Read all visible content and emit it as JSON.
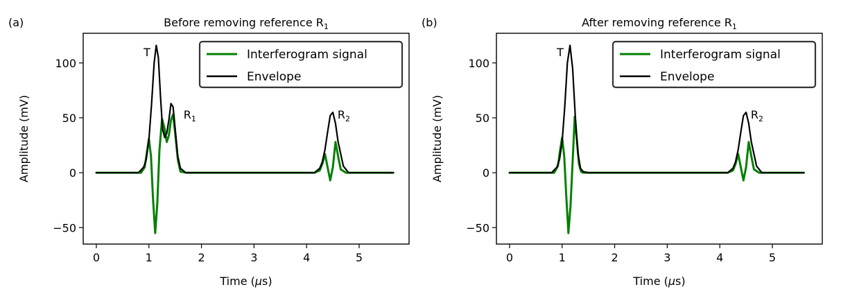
{
  "chart_data": [
    {
      "panel_label": "(a)",
      "type": "line",
      "title": "Before removing reference R",
      "title_sub": "1",
      "xlabel_prefix": "Time (",
      "xlabel_mu": "μ",
      "xlabel_suffix": "s)",
      "ylabel": "Amplitude (mV)",
      "xlim": [
        -0.25,
        5.95
      ],
      "ylim": [
        -65,
        127
      ],
      "xticks": [
        0,
        1,
        2,
        3,
        4,
        5
      ],
      "yticks": [
        -50,
        0,
        50,
        100
      ],
      "ytick_labels": [
        "−50",
        "0",
        "50",
        "100"
      ],
      "grid": false,
      "legend_position": "top-right",
      "series": [
        {
          "name": "Interferogram signal",
          "color": "#008000",
          "x": [
            0,
            0.5,
            0.85,
            0.92,
            0.96,
            1.0,
            1.04,
            1.08,
            1.12,
            1.16,
            1.2,
            1.25,
            1.3,
            1.34,
            1.38,
            1.42,
            1.46,
            1.5,
            1.55,
            1.6,
            1.7,
            2.5,
            3.5,
            4.15,
            4.25,
            4.3,
            4.35,
            4.4,
            4.45,
            4.5,
            4.55,
            4.6,
            4.65,
            4.75,
            5.0,
            5.65
          ],
          "y": [
            0,
            0,
            0,
            5,
            18,
            31,
            15,
            -25,
            -55,
            -28,
            20,
            49,
            40,
            28,
            34,
            48,
            53,
            36,
            12,
            1,
            0,
            0,
            0,
            0,
            2,
            8,
            17,
            5,
            -7,
            5,
            28,
            15,
            3,
            0,
            0,
            0
          ]
        },
        {
          "name": "Envelope",
          "color": "#000000",
          "x": [
            0,
            0.5,
            0.8,
            0.9,
            0.95,
            1.0,
            1.05,
            1.1,
            1.14,
            1.18,
            1.22,
            1.26,
            1.3,
            1.34,
            1.38,
            1.42,
            1.46,
            1.5,
            1.55,
            1.6,
            1.7,
            2.5,
            3.5,
            4.15,
            4.25,
            4.3,
            4.35,
            4.4,
            4.45,
            4.5,
            4.55,
            4.6,
            4.7,
            4.8,
            5.0,
            5.65
          ],
          "y": [
            0,
            0,
            0,
            5,
            12,
            30,
            62,
            100,
            116,
            105,
            70,
            40,
            32,
            36,
            48,
            63,
            60,
            40,
            15,
            4,
            0,
            0,
            0,
            0,
            4,
            10,
            21,
            37,
            52,
            55,
            45,
            28,
            6,
            0,
            0,
            0
          ]
        }
      ],
      "annotations": [
        {
          "label": "T",
          "x": 0.9,
          "y": 110
        },
        {
          "label": "R",
          "sub": "1",
          "x": 1.66,
          "y": 53
        },
        {
          "label": "R",
          "sub": "2",
          "x": 4.59,
          "y": 53
        }
      ]
    },
    {
      "panel_label": "(b)",
      "type": "line",
      "title": "After removing reference R",
      "title_sub": "1",
      "xlabel_prefix": "Time (",
      "xlabel_mu": "μ",
      "xlabel_suffix": "s)",
      "ylabel": "Amplitude (mV)",
      "xlim": [
        -0.25,
        5.95
      ],
      "ylim": [
        -65,
        127
      ],
      "xticks": [
        0,
        1,
        2,
        3,
        4,
        5
      ],
      "yticks": [
        -50,
        0,
        50,
        100
      ],
      "ytick_labels": [
        "−50",
        "0",
        "50",
        "100"
      ],
      "grid": false,
      "legend_position": "top-right",
      "series": [
        {
          "name": "Interferogram signal",
          "color": "#008000",
          "x": [
            0,
            0.5,
            0.85,
            0.92,
            0.96,
            1.0,
            1.04,
            1.08,
            1.12,
            1.16,
            1.2,
            1.24,
            1.28,
            1.32,
            1.36,
            1.4,
            1.5,
            2.5,
            3.5,
            4.15,
            4.25,
            4.3,
            4.35,
            4.4,
            4.45,
            4.5,
            4.55,
            4.6,
            4.65,
            4.75,
            5.0,
            5.6
          ],
          "y": [
            0,
            0,
            0,
            6,
            20,
            32,
            15,
            -22,
            -55,
            -30,
            10,
            51,
            30,
            8,
            1,
            0,
            0,
            0,
            0,
            0,
            2,
            8,
            17,
            5,
            -7,
            5,
            28,
            15,
            3,
            0,
            0,
            0
          ]
        },
        {
          "name": "Envelope",
          "color": "#000000",
          "x": [
            0,
            0.5,
            0.8,
            0.9,
            0.95,
            1.0,
            1.05,
            1.1,
            1.15,
            1.2,
            1.25,
            1.3,
            1.35,
            1.4,
            1.5,
            2.5,
            3.5,
            4.15,
            4.25,
            4.3,
            4.35,
            4.4,
            4.45,
            4.5,
            4.55,
            4.6,
            4.7,
            4.8,
            5.0,
            5.6
          ],
          "y": [
            0,
            0,
            0,
            5,
            12,
            28,
            60,
            100,
            116,
            95,
            52,
            18,
            4,
            1,
            0,
            0,
            0,
            0,
            4,
            10,
            21,
            37,
            52,
            55,
            45,
            28,
            6,
            0,
            0,
            0
          ]
        }
      ],
      "annotations": [
        {
          "label": "T",
          "x": 0.9,
          "y": 110
        },
        {
          "label": "R",
          "sub": "2",
          "x": 4.59,
          "y": 53
        }
      ]
    }
  ]
}
